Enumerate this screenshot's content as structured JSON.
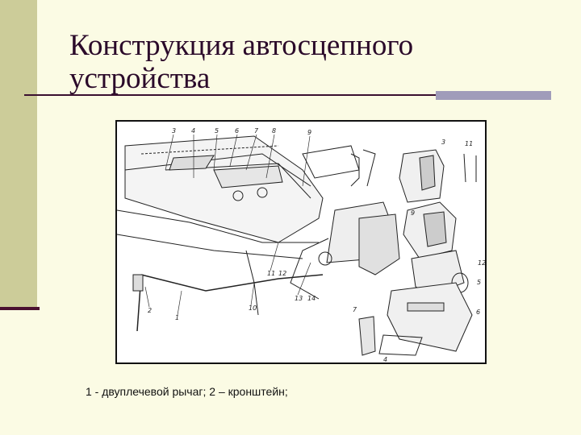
{
  "slide": {
    "title": "Конструкция автосцепного устройства",
    "caption": "1 - двуплечевой рычаг; 2 – кронштейн;"
  },
  "diagram": {
    "callouts": [
      "1",
      "2",
      "3",
      "4",
      "5",
      "6",
      "7",
      "8",
      "9",
      "10",
      "11",
      "12",
      "13",
      "14"
    ],
    "detail_callouts": [
      "3",
      "11",
      "9",
      "12",
      "5",
      "6",
      "7",
      "4"
    ]
  },
  "colors": {
    "background": "#fbfbe4",
    "side_bar": "#cccc99",
    "accent_bar": "#a09cba",
    "rule": "#3a1030",
    "title_text": "#2b0a2a"
  }
}
